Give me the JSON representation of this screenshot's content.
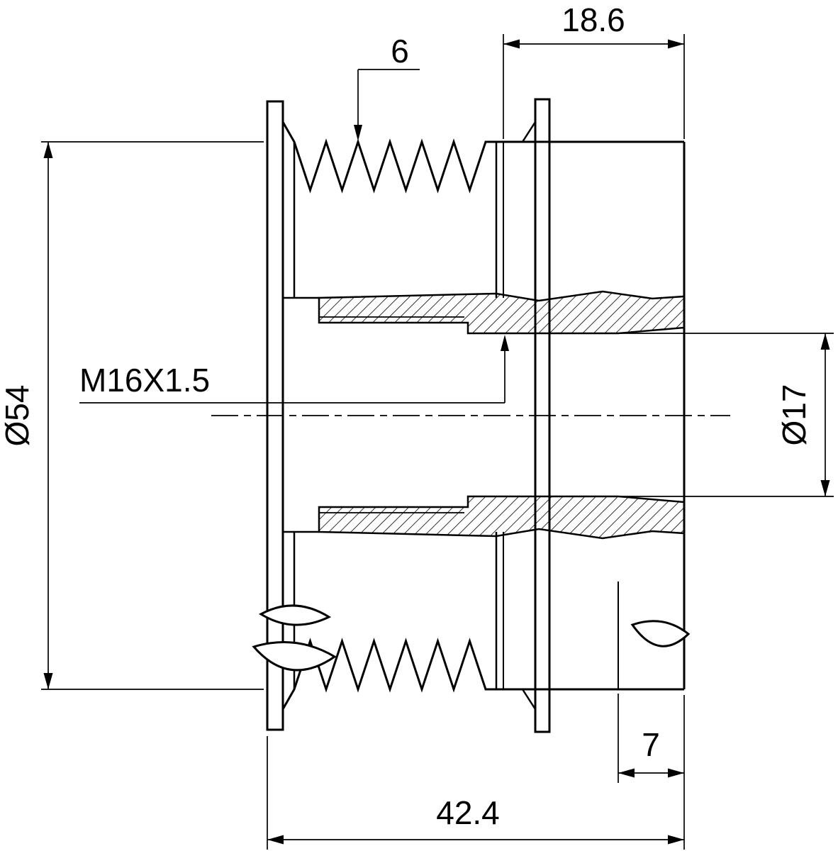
{
  "drawing": {
    "type": "technical-section-drawing",
    "labels": {
      "dim_top_length": "18.6",
      "dim_groove": "6",
      "dim_outer_diameter": "Ø54",
      "thread_spec": "M16X1.5",
      "dim_bore_diameter": "Ø17",
      "dim_end_depth": "7",
      "dim_overall_length": "42.4"
    },
    "colors": {
      "line": "#000000",
      "background": "#ffffff"
    }
  }
}
